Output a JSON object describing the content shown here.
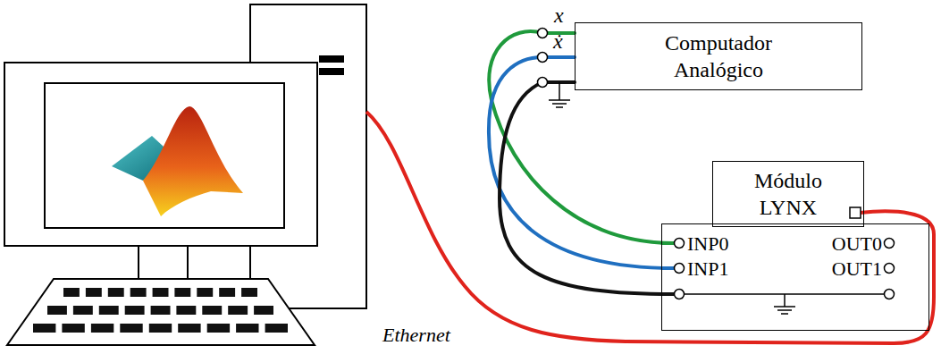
{
  "diagram": {
    "nodes": [
      {
        "text": [
          "Computador Analógico"
        ]
      },
      {
        "text": [
          "Módulo LYNX"
        ]
      },
      {
        "text": [
          "INP0",
          "OUT0",
          "INP1",
          "OUT1"
        ]
      }
    ],
    "edges": [
      {
        "from": 0,
        "to": 2,
        "arrow": "none"
      },
      {
        "from": 0,
        "to": 2,
        "arrow": "none"
      },
      {
        "from": 0,
        "to": 2,
        "arrow": "none"
      }
    ],
    "labels": [
      "x",
      "ẋ",
      "Ethernet"
    ]
  }
}
